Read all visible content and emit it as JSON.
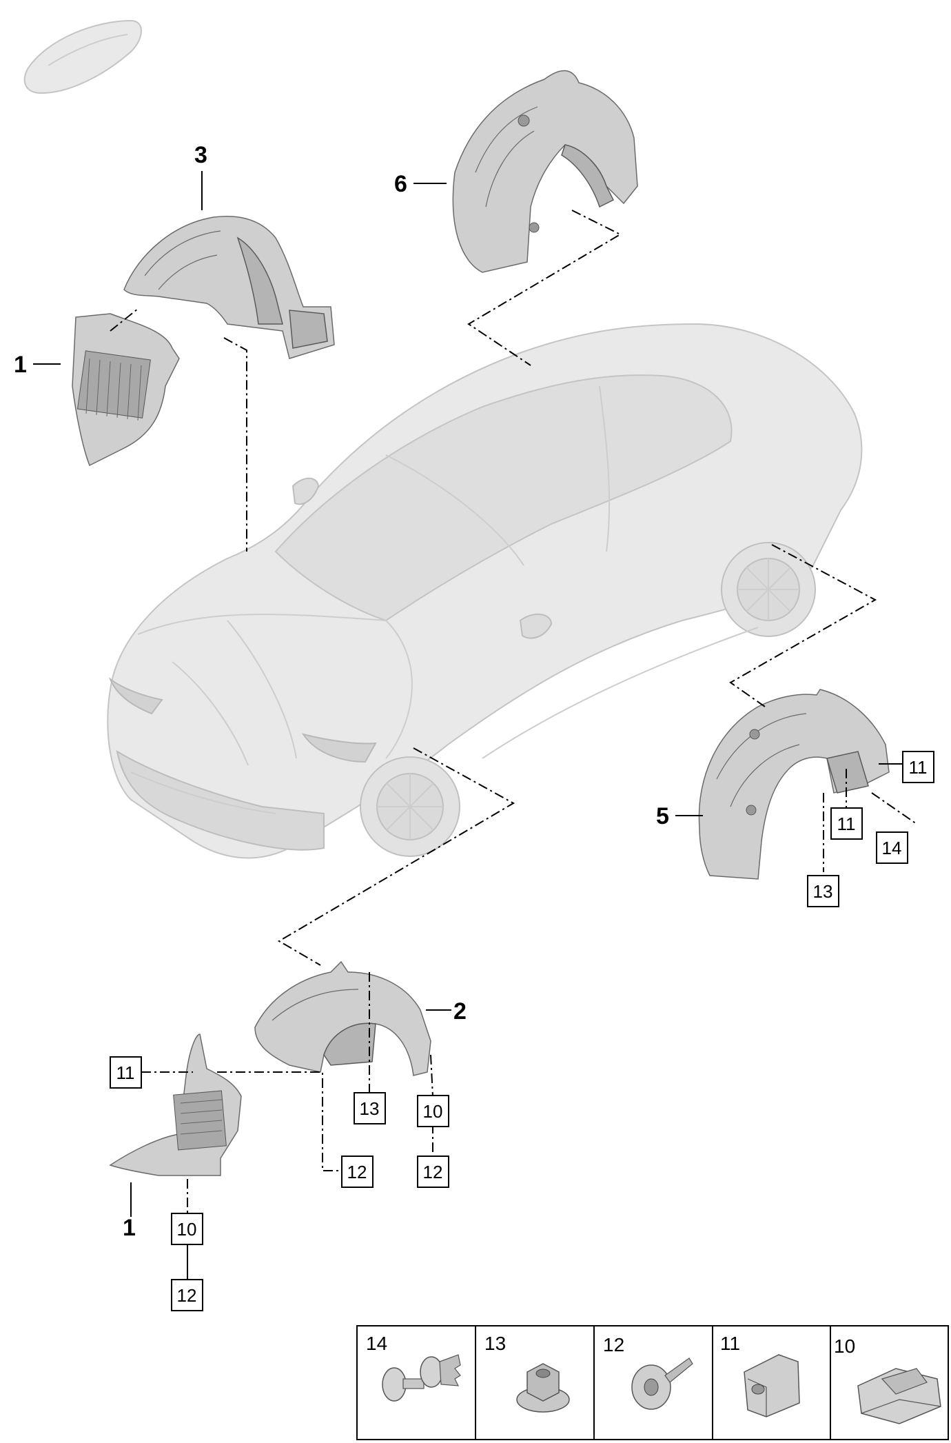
{
  "callouts": {
    "c3": "3",
    "c6": "6",
    "c1_top": "1",
    "c5": "5",
    "c2": "2",
    "c1_bottom": "1"
  },
  "fastener_boxes": {
    "b11_rear_upper": "11",
    "b11_rear_lower": "11",
    "b14_rear": "14",
    "b13_rear": "13",
    "b11_front": "11",
    "b13_front": "13",
    "b10_front": "10",
    "b12_front_mid": "12",
    "b12_front_right": "12",
    "b10_bottom": "10",
    "b12_bottom": "12"
  },
  "legend": {
    "items": [
      {
        "number": "14",
        "icon": "expanding-rivet-icon"
      },
      {
        "number": "13",
        "icon": "flange-nut-icon"
      },
      {
        "number": "12",
        "icon": "screw-icon"
      },
      {
        "number": "11",
        "icon": "clip-nut-icon"
      },
      {
        "number": "10",
        "icon": "spring-clip-icon"
      }
    ]
  },
  "colors": {
    "part_fill": "#cfcfcf",
    "car_fill": "#e9e9e9",
    "line": "#000000"
  }
}
